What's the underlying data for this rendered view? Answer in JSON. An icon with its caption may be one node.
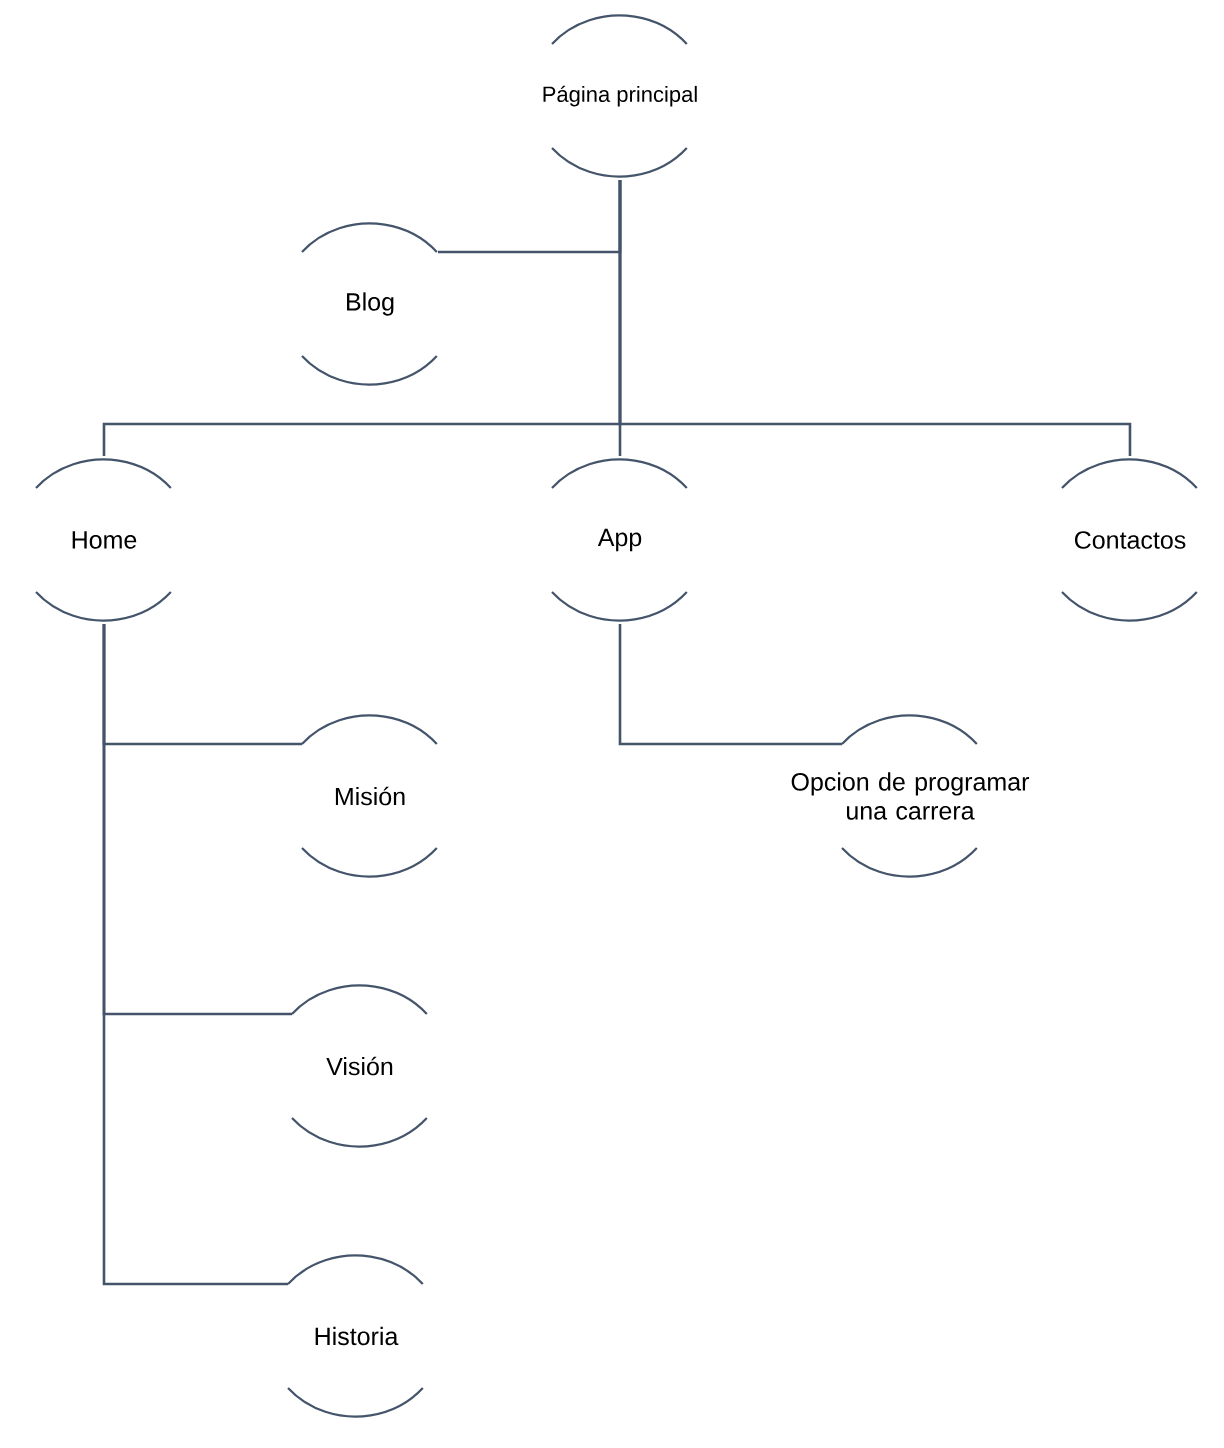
{
  "diagram": {
    "nodes": [
      {
        "text": [
          "Página principal"
        ]
      },
      {
        "text": [
          "Blog"
        ]
      },
      {
        "text": [
          "Home"
        ]
      },
      {
        "text": [
          "App"
        ]
      },
      {
        "text": [
          "Contactos"
        ]
      },
      {
        "text": [
          "Misión"
        ]
      },
      {
        "text": [
          "Opcion de programar una carrera"
        ]
      },
      {
        "text": [
          "Visión"
        ]
      },
      {
        "text": [
          "Historia"
        ]
      }
    ],
    "edges": [
      {
        "from": 0,
        "to": 1,
        "arrow": "none"
      },
      {
        "from": 0,
        "to": 2,
        "arrow": "none"
      },
      {
        "from": 0,
        "to": 3,
        "arrow": "none"
      },
      {
        "from": 0,
        "to": 4,
        "arrow": "none"
      },
      {
        "from": 2,
        "to": 5,
        "arrow": "none"
      },
      {
        "from": 3,
        "to": 6,
        "arrow": "none"
      },
      {
        "from": 2,
        "to": 7,
        "arrow": "none"
      },
      {
        "from": 2,
        "to": 8,
        "arrow": "none"
      }
    ]
  }
}
